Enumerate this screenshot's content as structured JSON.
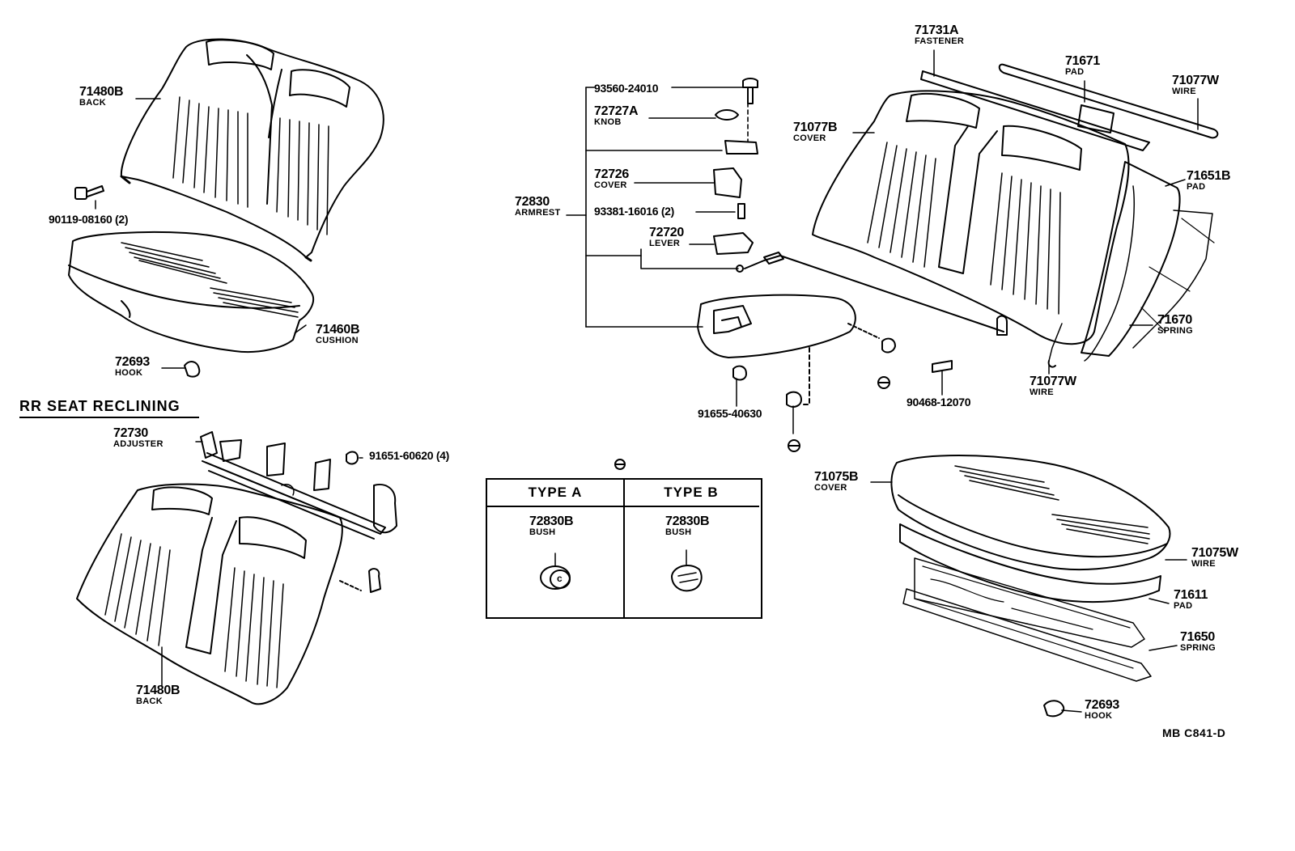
{
  "section_title": "RR SEAT RECLINING",
  "reference_code": "MB  C841-D",
  "left_group": [
    {
      "id": "71480B-top",
      "number": "71480B",
      "name": "BACK"
    },
    {
      "id": "90119",
      "number": "90119-08160 (2)",
      "name": ""
    },
    {
      "id": "71460B",
      "number": "71460B",
      "name": "CUSHION"
    },
    {
      "id": "72693-left",
      "number": "72693",
      "name": "HOOK"
    }
  ],
  "recline_group": [
    {
      "id": "72730",
      "number": "72730",
      "name": "ADJUSTER"
    },
    {
      "id": "91651",
      "number": "91651-60620 (4)",
      "name": ""
    },
    {
      "id": "71480B-bottom",
      "number": "71480B",
      "name": "BACK"
    }
  ],
  "armrest_group": [
    {
      "id": "93560",
      "number": "93560-24010",
      "name": ""
    },
    {
      "id": "72727A",
      "number": "72727A",
      "name": "KNOB"
    },
    {
      "id": "72726",
      "number": "72726",
      "name": "COVER"
    },
    {
      "id": "72830",
      "number": "72830",
      "name": "ARMREST"
    },
    {
      "id": "93381",
      "number": "93381-16016 (2)",
      "name": ""
    },
    {
      "id": "72720",
      "number": "72720",
      "name": "LEVER"
    },
    {
      "id": "91655",
      "number": "91655-40630",
      "name": ""
    },
    {
      "id": "90468",
      "number": "90468-12070",
      "name": ""
    }
  ],
  "right_group": [
    {
      "id": "71731A",
      "number": "71731A",
      "name": "FASTENER"
    },
    {
      "id": "71671",
      "number": "71671",
      "name": "PAD"
    },
    {
      "id": "71077W-top",
      "number": "71077W",
      "name": "WIRE"
    },
    {
      "id": "71077B",
      "number": "71077B",
      "name": "COVER"
    },
    {
      "id": "71651B",
      "number": "71651B",
      "name": "PAD"
    },
    {
      "id": "71670",
      "number": "71670",
      "name": "SPRING"
    },
    {
      "id": "71077W-bottom",
      "number": "71077W",
      "name": "WIRE"
    }
  ],
  "cushion_group": [
    {
      "id": "71075B",
      "number": "71075B",
      "name": "COVER"
    },
    {
      "id": "71075W",
      "number": "71075W",
      "name": "WIRE"
    },
    {
      "id": "71611",
      "number": "71611",
      "name": "PAD"
    },
    {
      "id": "71650",
      "number": "71650",
      "name": "SPRING"
    },
    {
      "id": "72693-right",
      "number": "72693",
      "name": "HOOK"
    }
  ],
  "bush_table": {
    "type_a": {
      "heading": "TYPE  A",
      "number": "72830B",
      "name": "BUSH",
      "mark": "c"
    },
    "type_b": {
      "heading": "TYPE  B",
      "number": "72830B",
      "name": "BUSH"
    }
  }
}
